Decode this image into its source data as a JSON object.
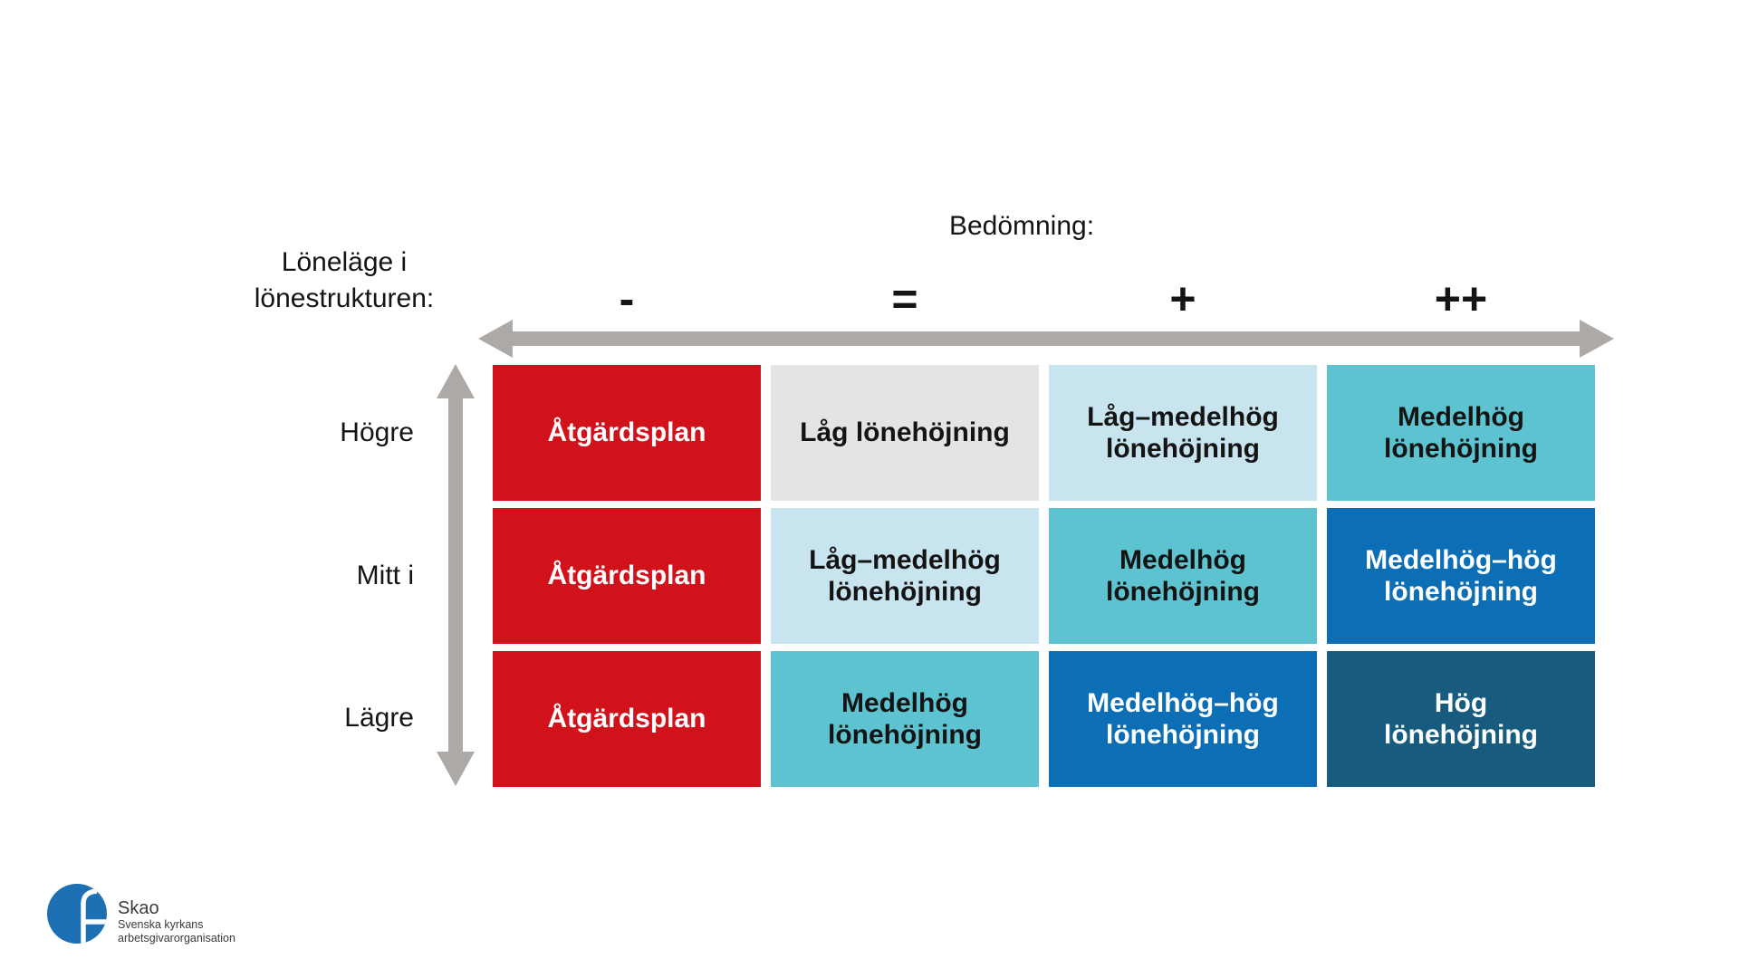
{
  "axes": {
    "column_title": "Bedömning:",
    "row_title_line1": "Löneläge i",
    "row_title_line2": "lönestrukturen:",
    "column_symbols": [
      "-",
      "=",
      "+",
      "++"
    ]
  },
  "row_labels": [
    "Högre",
    "Mitt i",
    "Lägre"
  ],
  "matrix": {
    "rows": [
      {
        "label": "Högre",
        "cells": [
          {
            "text": "Åtgärdsplan",
            "bg": "#d2121b",
            "fg": "#ffffff"
          },
          {
            "text": "Låg lönehöjning",
            "bg": "#e4e4e3",
            "fg": "#141414"
          },
          {
            "text": "Låg–medelhög\nlönehöjning",
            "bg": "#c8e4ee",
            "fg": "#141414"
          },
          {
            "text": "Medelhög\nlönehöjning",
            "bg": "#5ec3d0",
            "fg": "#141414"
          }
        ]
      },
      {
        "label": "Mitt i",
        "cells": [
          {
            "text": "Åtgärdsplan",
            "bg": "#d2121b",
            "fg": "#ffffff"
          },
          {
            "text": "Låg–medelhög\nlönehöjning",
            "bg": "#c8e4ee",
            "fg": "#141414"
          },
          {
            "text": "Medelhög\nlönehöjning",
            "bg": "#5ec3d0",
            "fg": "#141414"
          },
          {
            "text": "Medelhög–hög\nlönehöjning",
            "bg": "#0c6fb6",
            "fg": "#ffffff"
          }
        ]
      },
      {
        "label": "Lägre",
        "cells": [
          {
            "text": "Åtgärdsplan",
            "bg": "#d2121b",
            "fg": "#ffffff"
          },
          {
            "text": "Medelhög\nlönehöjning",
            "bg": "#5ec3d0",
            "fg": "#141414"
          },
          {
            "text": "Medelhög–hög\nlönehöjning",
            "bg": "#0c6fb6",
            "fg": "#ffffff"
          },
          {
            "text": "Hög\nlönehöjning",
            "bg": "#175c7e",
            "fg": "#ffffff"
          }
        ]
      }
    ]
  },
  "palette": {
    "arrow_gray": "#ada9a6",
    "action_plan_red": "#d2121b",
    "low_gray": "#e4e4e3",
    "low_medium_pale_blue": "#c8e4ee",
    "medium_teal": "#5ec3d0",
    "medium_high_blue": "#0c6fb6",
    "high_dark_blue": "#175c7e"
  },
  "logo": {
    "name": "Skao",
    "org_line1": "Svenska kyrkans",
    "org_line2": "arbetsgivarorganisation",
    "mark_color": "#1d70b4"
  }
}
